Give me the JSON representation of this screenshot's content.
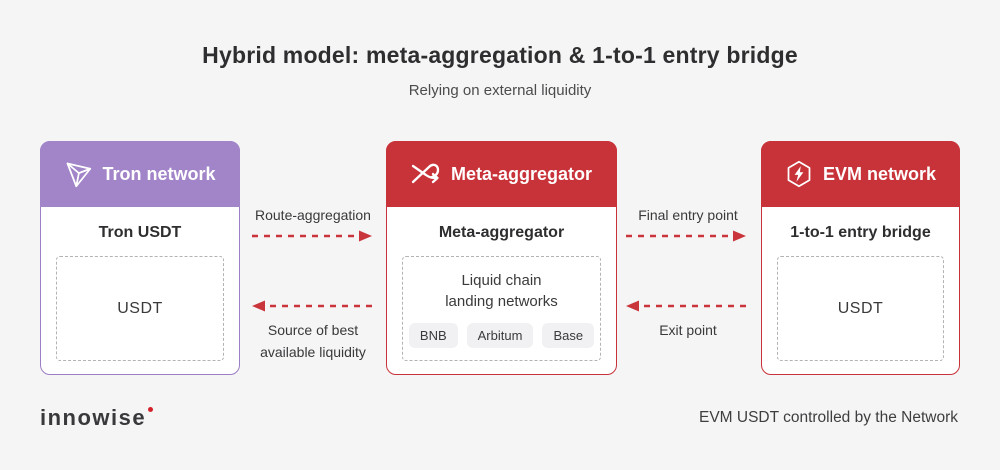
{
  "title": "Hybrid model: meta-aggregation & 1-to-1 entry bridge",
  "subtitle": "Relying on external liquidity",
  "colors": {
    "background": "#f5f5f6",
    "purple_header": "#a284c8",
    "red_header": "#c8333a",
    "arrow_red": "#c9353b",
    "chip_bg": "#f1f1f3"
  },
  "cards": {
    "tron": {
      "header_label": "Tron network",
      "header_icon": "tron-icon",
      "body_title": "Tron USDT",
      "asset": "USDT"
    },
    "meta": {
      "header_label": "Meta-aggregator",
      "header_icon": "shuffle-arrows-icon",
      "body_title": "Meta-aggregator",
      "inner_line1": "Liquid chain",
      "inner_line2": "landing networks",
      "chips": [
        "BNB",
        "Arbitum",
        "Base"
      ]
    },
    "evm": {
      "header_label": "EVM network",
      "header_icon": "cube-bolt-icon",
      "body_title": "1-to-1 entry bridge",
      "asset": "USDT"
    }
  },
  "arrows": {
    "left_top_label": "Route-aggregation",
    "left_bottom_label_line1": "Source of best",
    "left_bottom_label_line2": "available liquidity",
    "right_top_label": "Final entry point",
    "right_bottom_label": "Exit point"
  },
  "footer": {
    "logo_text": "innowise",
    "note": "EVM USDT controlled by the Network"
  }
}
